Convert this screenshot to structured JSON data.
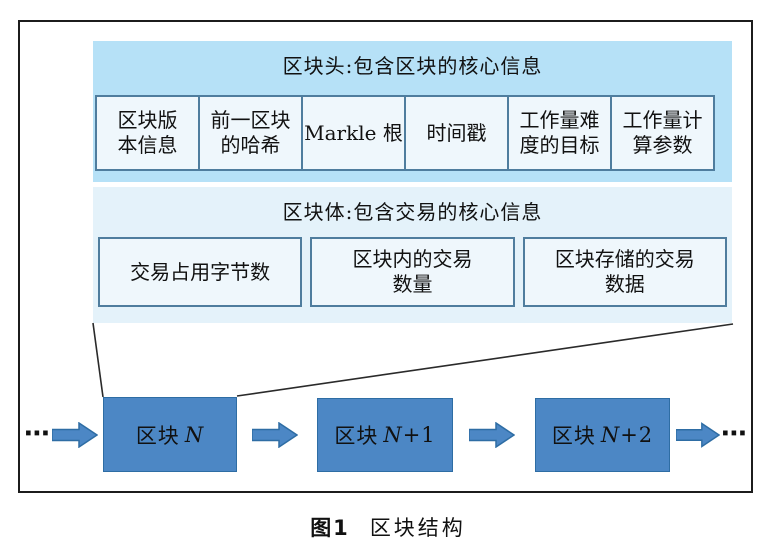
{
  "colors": {
    "header_bg": "#b6e1f7",
    "body_bg": "#e4f2fa",
    "cell_bg": "#eff7fc",
    "cell_border": "#4f7d9e",
    "block_fill": "#4c87c5",
    "block_border": "#2e6da4"
  },
  "figure": {
    "header_section": {
      "title": "区块头:包含区块的核心信息",
      "cells": [
        {
          "lines": [
            "区块版",
            "本信息"
          ]
        },
        {
          "lines": [
            "前一区块",
            "的哈希"
          ]
        },
        {
          "lines": [
            "Markle 根"
          ]
        },
        {
          "lines": [
            "时间戳"
          ]
        },
        {
          "lines": [
            "工作量难",
            "度的目标"
          ]
        },
        {
          "lines": [
            "工作量计",
            "算参数"
          ]
        }
      ]
    },
    "body_section": {
      "title": "区块体:包含交易的核心信息",
      "cells": [
        {
          "lines": [
            "交易占用字节数"
          ]
        },
        {
          "lines": [
            "区块内的交易",
            "数量"
          ]
        },
        {
          "lines": [
            "区块存储的交易",
            "数据"
          ]
        }
      ]
    },
    "chain": {
      "ellipsis_left": "⋯",
      "ellipsis_right": "⋯",
      "blocks": [
        {
          "prefix": "区块",
          "n": "N",
          "rest": ""
        },
        {
          "prefix": "区块",
          "n": "N",
          "rest": "+1"
        },
        {
          "prefix": "区块",
          "n": "N",
          "rest": "+2"
        }
      ]
    },
    "caption": {
      "label": "图1",
      "text": "区块结构"
    }
  }
}
